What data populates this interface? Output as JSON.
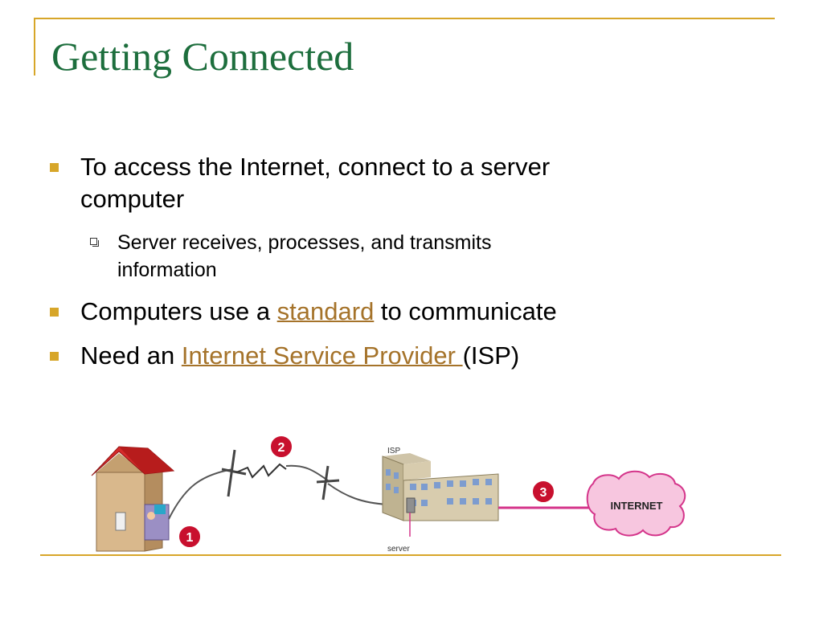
{
  "slide": {
    "title": "Getting Connected",
    "bullets": [
      {
        "text": "To access the Internet, connect to a server computer",
        "line1": "To access the Internet, connect to a server",
        "line2": "computer",
        "sub": {
          "line1": "Server receives, processes, and transmits",
          "line2": "information"
        }
      },
      {
        "prefix": "Computers use a ",
        "link": "standard",
        "suffix": " to communicate"
      },
      {
        "prefix": "Need an ",
        "link": "Internet Service Provider ",
        "suffix": "(ISP)"
      }
    ]
  },
  "diagram": {
    "step1": "1",
    "step2": "2",
    "step3": "3",
    "isp_label": "ISP",
    "server_label": "server",
    "internet_label": "INTERNET"
  },
  "colors": {
    "title": "#1d6e3d",
    "accent": "#d7a629",
    "link": "#a5732a",
    "step_badge": "#c8102e",
    "cloud_fill": "#f7c6df",
    "cable": "#d4348a"
  }
}
